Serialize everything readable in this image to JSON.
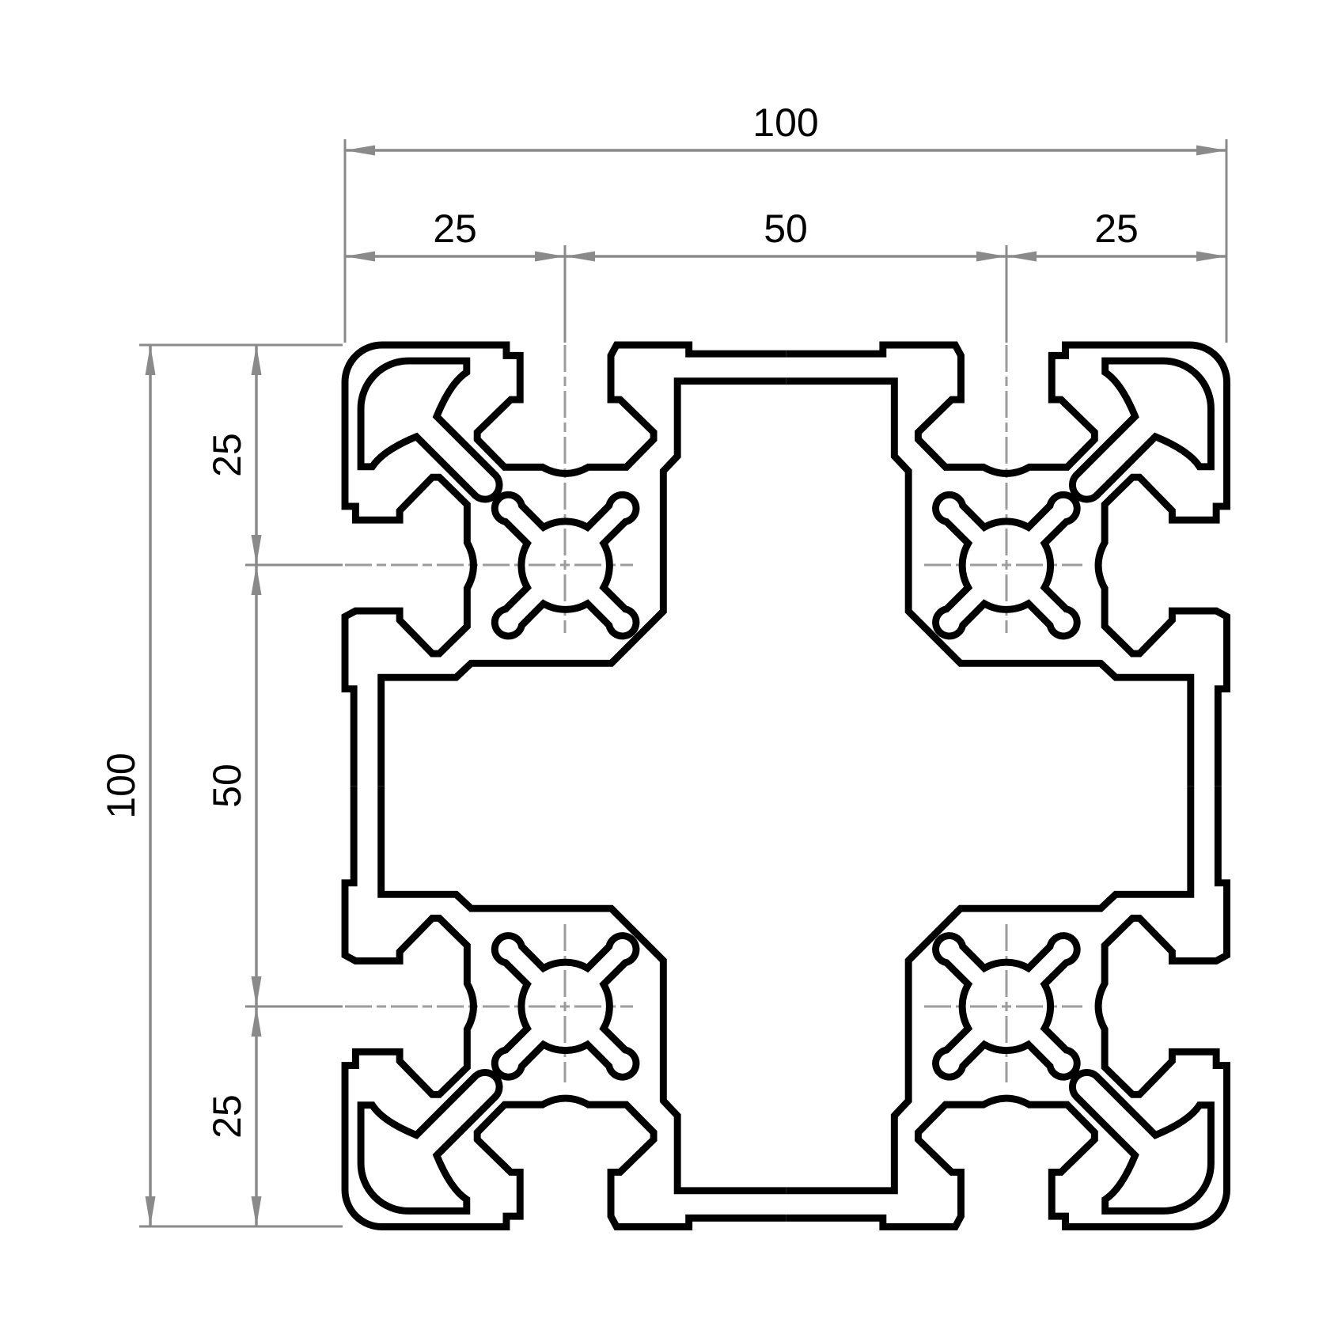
{
  "drawing": {
    "subject": "aluminium-extrusion-profile-cross-section-100x100",
    "view": "front-section-view",
    "dims": {
      "top": {
        "total": "100",
        "seg1": "25",
        "seg2": "50",
        "seg3": "25"
      },
      "left": {
        "total": "100",
        "seg1": "25",
        "seg2": "50",
        "seg3": "25"
      }
    },
    "features": {
      "screw_bosses": 4,
      "t_slots_per_face": 2,
      "corner_cavities": 4,
      "central_cavity": "cross-shaped"
    },
    "colors": {
      "line": "#000000",
      "dimension": "#8a8a8a",
      "centerline": "#9c9c9c",
      "background": "#ffffff"
    }
  }
}
